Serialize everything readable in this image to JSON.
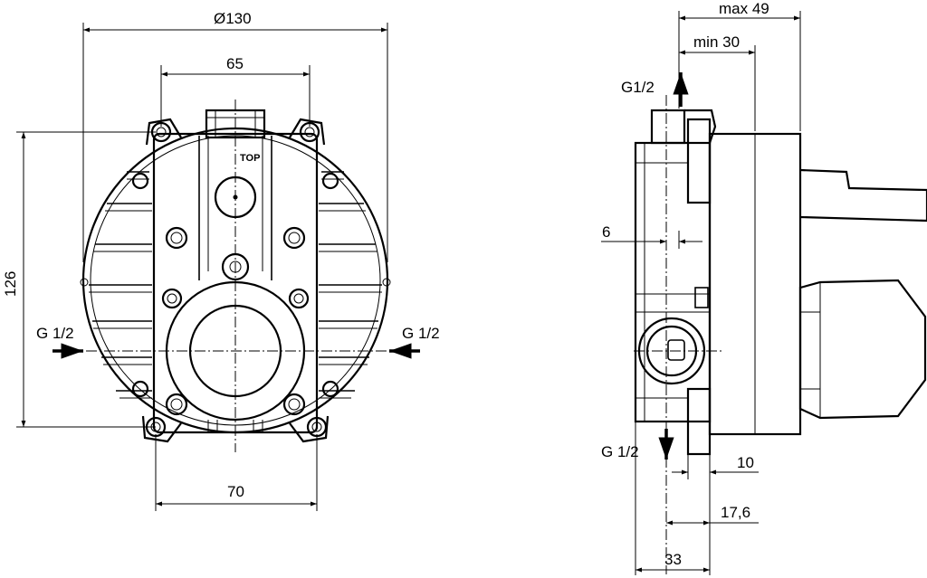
{
  "front_view": {
    "dim_diameter": "Ø130",
    "dim_top_width": "65",
    "dim_bottom_width": "70",
    "dim_height": "126",
    "inlet_left": "G 1/2",
    "inlet_right": "G 1/2",
    "top_mark": "TOP"
  },
  "side_view": {
    "dim_max": "max 49",
    "dim_min": "min 30",
    "outlet_top": "G1/2",
    "dim_6": "6",
    "outlet_bottom": "G 1/2",
    "dim_10": "10",
    "dim_17_6": "17,6",
    "dim_33": "33"
  }
}
